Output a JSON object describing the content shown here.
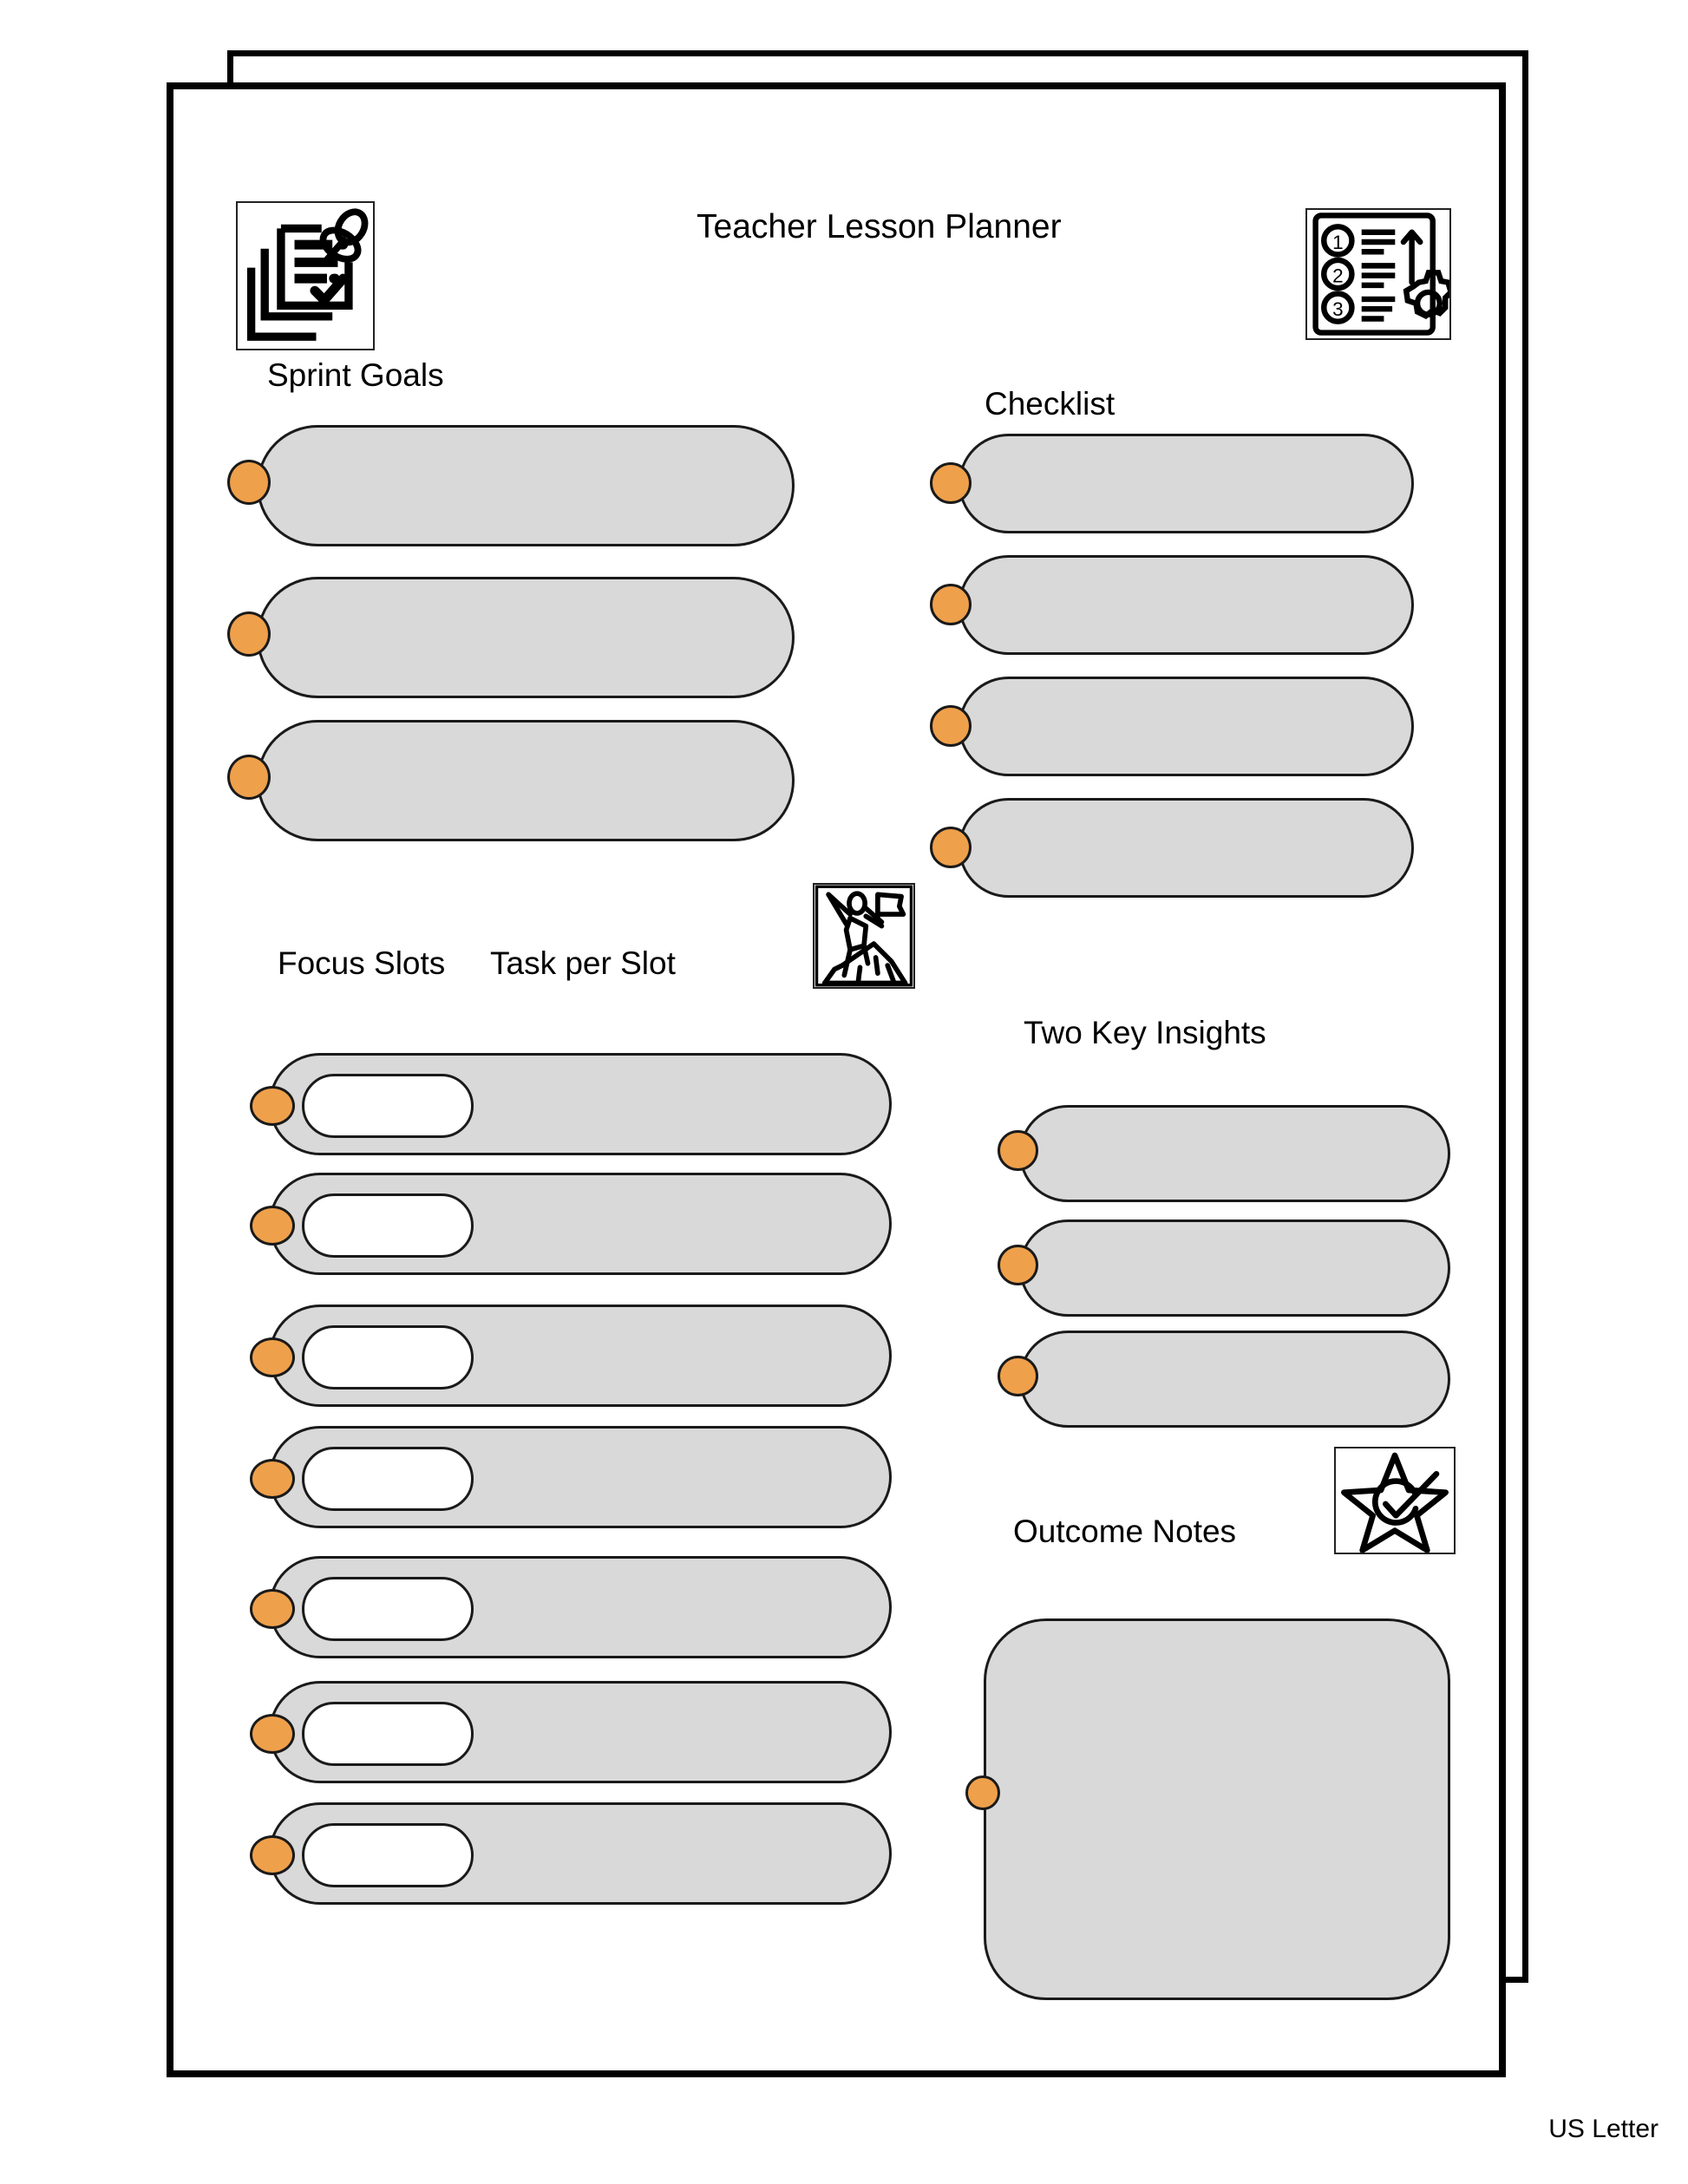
{
  "document": {
    "title": "Teacher Lesson Planner",
    "paper_size_note": "US Letter",
    "colors": {
      "accent_dot": "#EFA04B",
      "field_fill": "#D9D9D9",
      "slot_fill": "#FFFFFF",
      "outline": "#1A1A1A",
      "page_border": "#000000",
      "background": "#FFFFFF"
    }
  },
  "sections": {
    "sprint_goals": {
      "label": "Sprint Goals",
      "icon": "stacked-documents-pin-icon",
      "row_count": 3,
      "rows": [
        {
          "value": ""
        },
        {
          "value": ""
        },
        {
          "value": ""
        }
      ]
    },
    "checklist": {
      "label": "Checklist",
      "icon": "numbered-list-gear-icon",
      "row_count": 4,
      "rows": [
        {
          "value": ""
        },
        {
          "value": ""
        },
        {
          "value": ""
        },
        {
          "value": ""
        }
      ]
    },
    "focus_slots": {
      "label": "Focus Slots",
      "task_label": "Task per Slot",
      "icon": "climber-flag-summit-icon",
      "row_count": 7,
      "rows": [
        {
          "slot": "",
          "task": ""
        },
        {
          "slot": "",
          "task": ""
        },
        {
          "slot": "",
          "task": ""
        },
        {
          "slot": "",
          "task": ""
        },
        {
          "slot": "",
          "task": ""
        },
        {
          "slot": "",
          "task": ""
        },
        {
          "slot": "",
          "task": ""
        }
      ]
    },
    "two_key_insights": {
      "label": "Two Key Insights",
      "row_count": 3,
      "rows": [
        {
          "value": ""
        },
        {
          "value": ""
        },
        {
          "value": ""
        }
      ]
    },
    "outcome_notes": {
      "label": "Outcome Notes",
      "icon": "star-check-icon",
      "value": ""
    }
  }
}
